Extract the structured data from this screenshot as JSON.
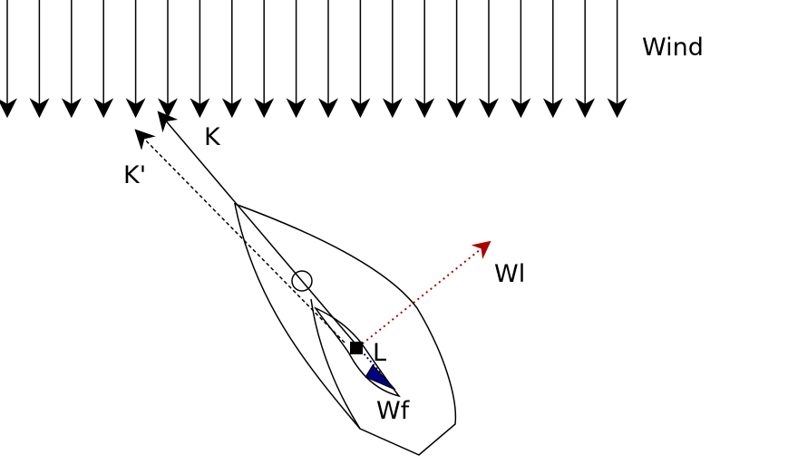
{
  "labels": {
    "wind": "Wind",
    "k": "K",
    "k_prime": "K'",
    "wl": "Wl",
    "l": "L",
    "wf": "Wf"
  },
  "wind": {
    "arrow_count": 20,
    "direction": "down"
  },
  "colors": {
    "ink": "#000000",
    "wl_vector": "#aa0000",
    "wf_vector": "#000080",
    "background": "#ffffff"
  }
}
